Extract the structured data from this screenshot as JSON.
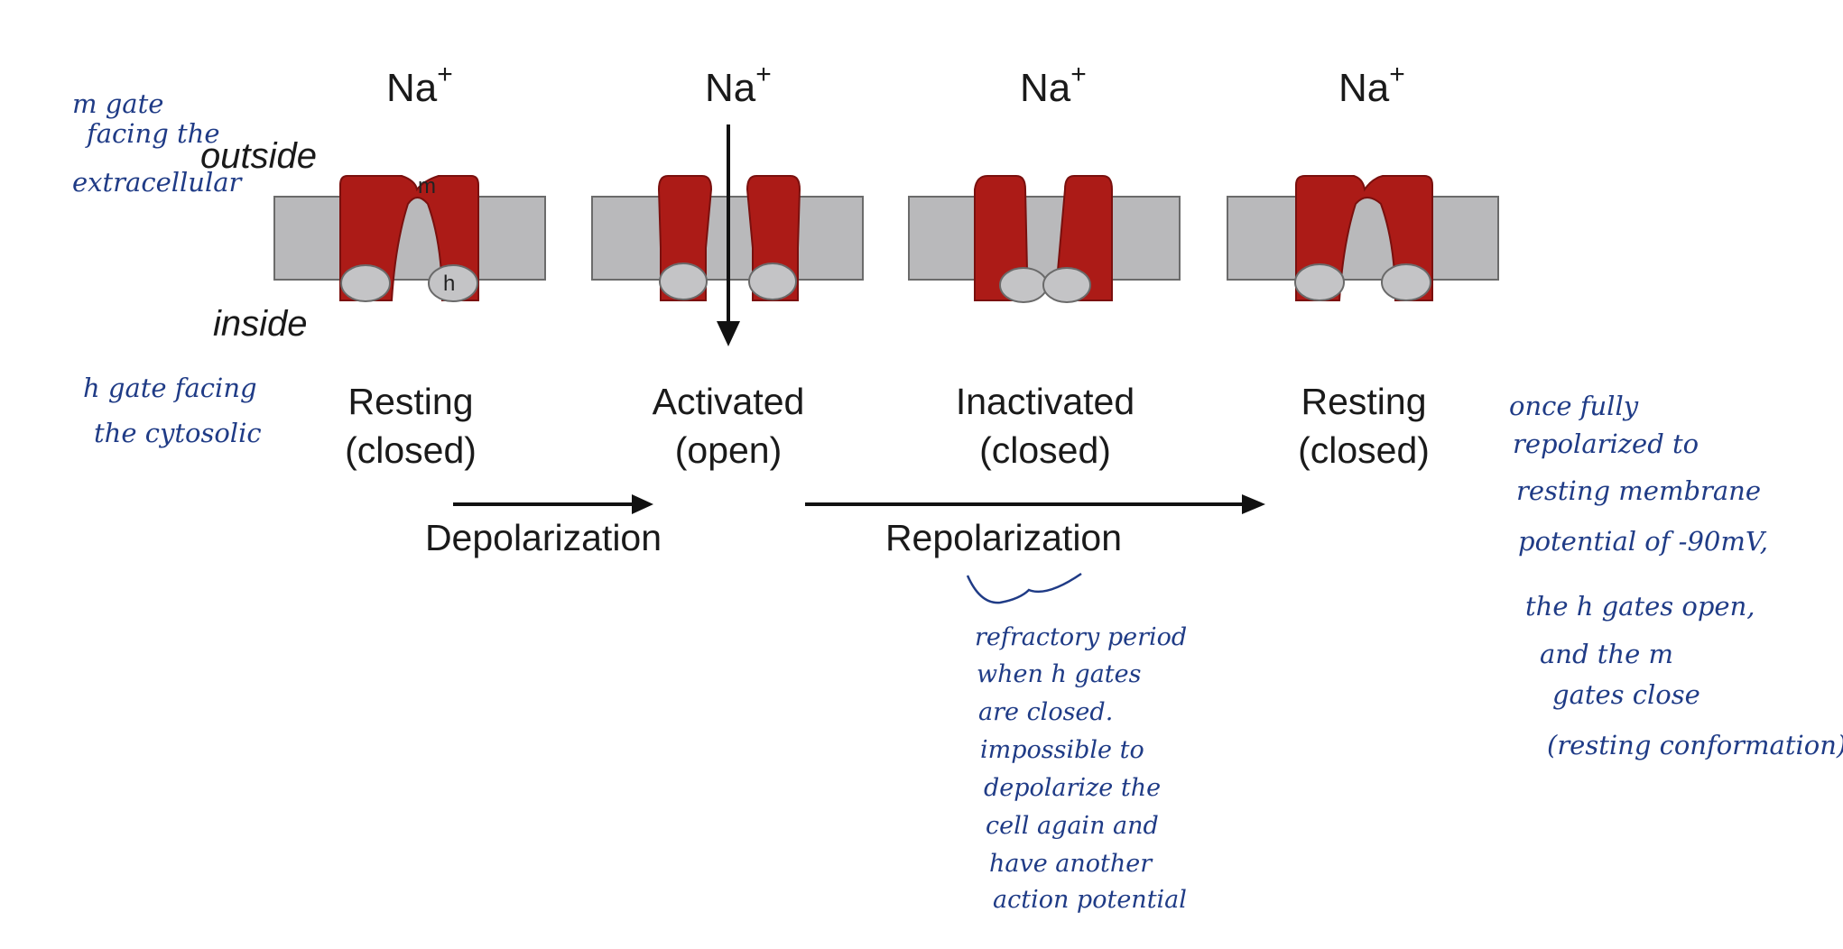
{
  "ion_labels": {
    "symbol": "Na",
    "charge": "+"
  },
  "side_labels": {
    "outside": "outside",
    "inside": "inside"
  },
  "gate_labels": {
    "m": "m",
    "h": "h"
  },
  "states": [
    {
      "line1": "Resting",
      "line2": "(closed)"
    },
    {
      "line1": "Activated",
      "line2": "(open)"
    },
    {
      "line1": "Inactivated",
      "line2": "(closed)"
    },
    {
      "line1": "Resting",
      "line2": "(closed)"
    }
  ],
  "processes": {
    "depolarization": "Depolarization",
    "repolarization": "Repolarization"
  },
  "annotations": {
    "m_gate": [
      "m gate",
      "facing the",
      "extracellular"
    ],
    "h_gate": [
      "h gate facing",
      "the cytosolic"
    ],
    "refractory": [
      "refractory period",
      "when h gates",
      "are closed.",
      "impossible to",
      "depolarize the",
      "cell again and",
      "have another",
      "action potential"
    ],
    "repolarized": [
      "once fully",
      "repolarized to",
      "resting membrane",
      "potential of -90mV,",
      "the h gates open,",
      "and the m",
      "gates close",
      "(resting conformation)"
    ]
  },
  "colors": {
    "channel": "#ac1b17",
    "membrane": "#b9b9bb",
    "ink": "#1f3b86"
  }
}
